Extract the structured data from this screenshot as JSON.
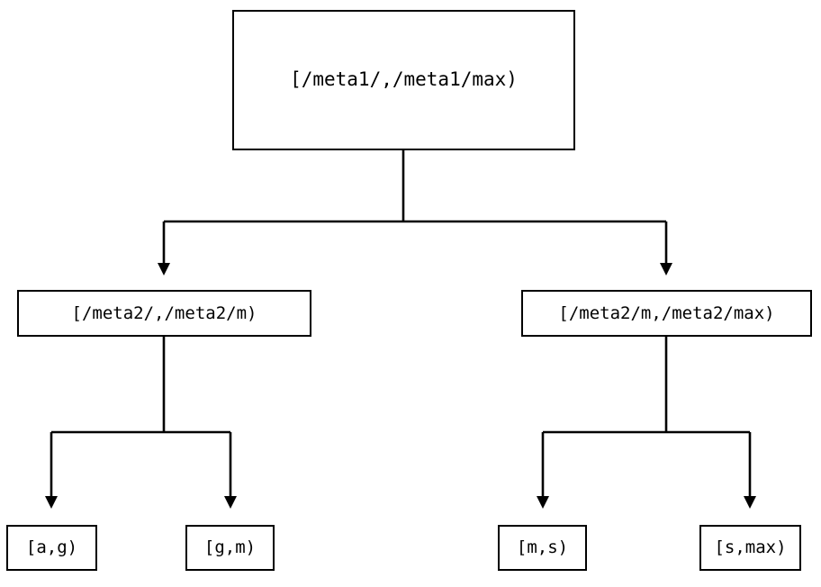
{
  "diagram": {
    "type": "tree",
    "title": "",
    "background_color": "#ffffff",
    "line_color": "#000000",
    "text_color": "#000000",
    "nodes": {
      "root": {
        "label": "[/meta1/,/meta1/max)"
      },
      "level2": [
        {
          "label": "[/meta2/,/meta2/m)"
        },
        {
          "label": "[/meta2/m,/meta2/max)"
        }
      ],
      "leaves": [
        {
          "label": "[a,g)"
        },
        {
          "label": "[g,m)"
        },
        {
          "label": "[m,s)"
        },
        {
          "label": "[s,max)"
        }
      ]
    },
    "edges": [
      {
        "from": "root",
        "to": "level2-left",
        "arrow": "triangle-down"
      },
      {
        "from": "root",
        "to": "level2-right",
        "arrow": "triangle-down"
      },
      {
        "from": "level2-left",
        "to": "leaf-0",
        "arrow": "triangle-down"
      },
      {
        "from": "level2-left",
        "to": "leaf-1",
        "arrow": "triangle-down"
      },
      {
        "from": "level2-right",
        "to": "leaf-2",
        "arrow": "triangle-down"
      },
      {
        "from": "level2-right",
        "to": "leaf-3",
        "arrow": "triangle-down"
      }
    ]
  }
}
